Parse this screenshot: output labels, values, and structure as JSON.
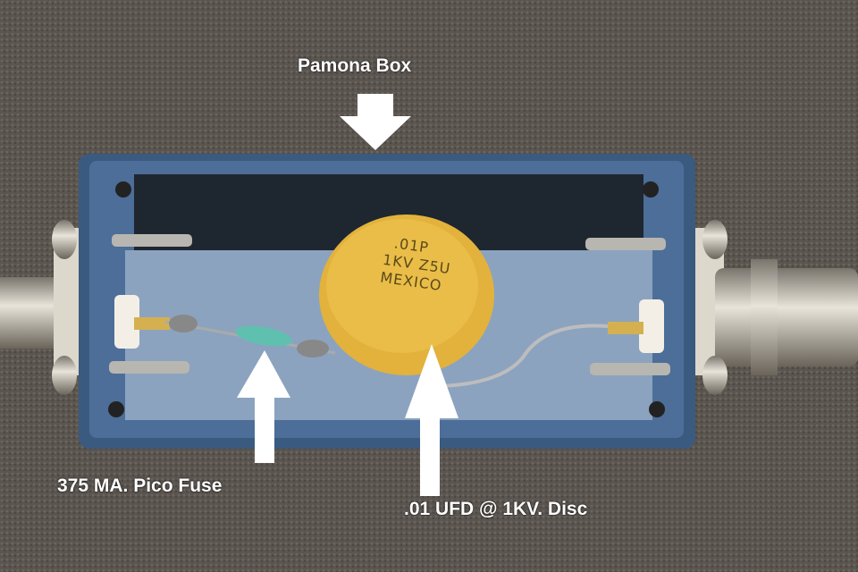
{
  "annotations": {
    "box_label": "Pamona Box",
    "fuse_label": "375 MA. Pico Fuse",
    "capacitor_label": ".01 UFD @ 1KV. Disc"
  },
  "capacitor_marking": {
    "line1": ".01P",
    "line2": "1KV Z5U",
    "line3": "MEXICO"
  },
  "colors": {
    "carpet": "#5b5550",
    "box": "#3f5f86",
    "capacitor": "#e2b23c",
    "fuse": "#5fc0b0",
    "arrow": "#ffffff"
  }
}
